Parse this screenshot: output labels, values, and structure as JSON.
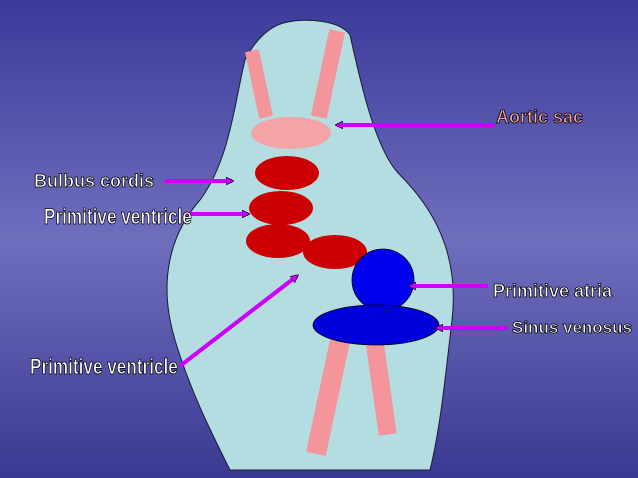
{
  "labels": {
    "aortic_sac": "Aortic sac",
    "bulbus_cordis": "Bulbus cordis",
    "primitive_ventricle_upper": "Primitive ventricle",
    "primitive_ventricle_lower": "Primitive ventricle",
    "primitive_atria": "Primitive atria",
    "sinus_venosus": "Sinus venosus"
  },
  "colors": {
    "background_top": "#3b3a9a",
    "background_mid": "#6f6ebd",
    "heart_tube": "#b3dde0",
    "vessel": "#f4959b",
    "aortic_sac": "#f4a3a6",
    "ventricle": "#cc0000",
    "atria": "#0000ee",
    "sinus_venosus": "#0000dd",
    "arrow": "#cc00ff",
    "label_pink": "#f7a1a8",
    "label_white": "#ffffff"
  }
}
